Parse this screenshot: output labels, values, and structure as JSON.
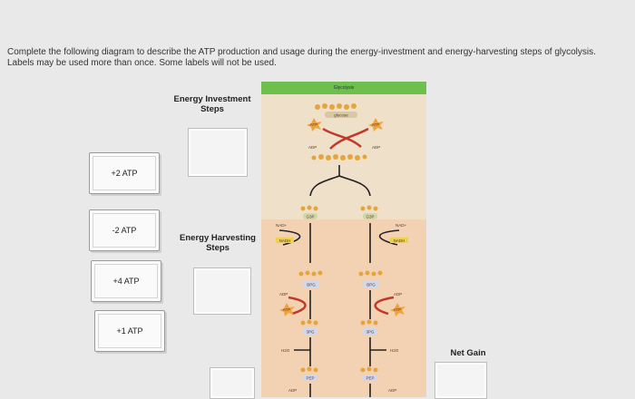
{
  "instructions": "Complete the following diagram to describe the ATP production and usage during the energy-investment and energy-harvesting steps of glycolysis. Labels may be used more than once. Some labels will not be used.",
  "labels": [
    "+2 ATP",
    "-2 ATP",
    "+4 ATP",
    "+1 ATP"
  ],
  "sections": {
    "investment": "Energy Investment\nSteps",
    "harvesting": "Energy Harvesting\nSteps",
    "net_gain": "Net Gain"
  },
  "diagram": {
    "title": "Glycolysis",
    "glucose": "glucose",
    "atp": "ATP",
    "adp": "ADP",
    "nad": "NAD+",
    "nadh": "NADH",
    "g3p": "G3P",
    "bpg": "BPG",
    "three_pg": "3PG",
    "pep": "PEP",
    "h2o": "H2O"
  },
  "colors": {
    "investment_bg": "#efe0c9",
    "harvesting_bg": "#f2d2b3",
    "header_green": "#6fbf4e",
    "arrow_red": "#c0392b",
    "arrow_black": "#222222",
    "atp_star": "#f2a23a"
  }
}
